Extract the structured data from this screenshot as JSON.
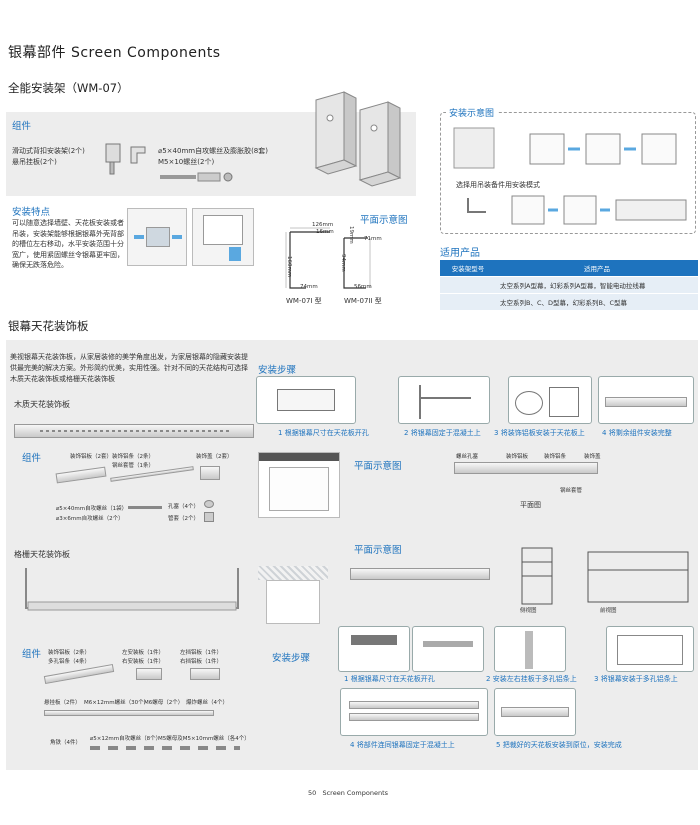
{
  "page_title": "银幕部件   Screen Components",
  "s1": {
    "title": "全能安装架（WM-07）",
    "components_title": "组件",
    "comp_left": [
      "滑动式背扣安装架(2个)",
      "悬吊挂板(2个)"
    ],
    "comp_right": [
      "⌀5×40mm自攻螺丝及膨胀胶(8套)",
      "M5×10螺丝(2个)"
    ],
    "features_title": "安装特点",
    "features_text": "可以随意选择墙壁、天花板安装或者吊装，安装架能够根据银幕外壳背部的槽位左右移动，水平安装范围十分宽广，使用紧固螺丝令银幕更牢固，确保无跌落危险。",
    "plan_title": "平面示意图",
    "dims": [
      "126mm",
      "16mm",
      "160mm",
      "74mm",
      "71mm",
      "19mm",
      "94mm",
      "56mm"
    ],
    "model_a": "WM-07I 型",
    "model_b": "WM-07II 型",
    "install_title": "安装示意图",
    "install_note": "选择用吊装备件用安装模式",
    "apps_title": "适用产品",
    "apps_head": [
      "安装架型号",
      "适用产品"
    ],
    "apps_rows": [
      "太空系列A型幕，幻彩系列A型幕，智能电动拉线幕",
      "太空系列B、C、D型幕，幻彩系列B、C型幕"
    ]
  },
  "s2": {
    "title": "银幕天花装饰板",
    "intro": "美视银幕天花装饰板，从家居装修的美学角度出发，为家居银幕的隐藏安装提供最完美的解决方案。外形简约优美，实用性强。针对不同的天花结构可选择木质天花装饰板或格栅天花装饰板",
    "wood_title": "木质天花装饰板",
    "steps_title": "安装步骤",
    "wood_steps": [
      {
        "n": "1",
        "t": "根据银幕尺寸在天花板开孔"
      },
      {
        "n": "2",
        "t": "将银幕固定于混凝土上"
      },
      {
        "n": "3",
        "t": "将装饰铝板安装于天花板上"
      },
      {
        "n": "4",
        "t": "将剩余组件安装完整"
      }
    ],
    "wood_comp_title": "组件",
    "wood_parts": [
      "装饰铝板（2套）",
      "装饰铝条（2条）",
      "钢丝套管（1条）",
      "装饰盖（2套）",
      "⌀5×40mm自攻螺丝（1袋）",
      "⌀3×6mm自攻螺丝（2个）",
      "孔塞（4个）",
      "管套（2个）"
    ],
    "wood_plan_title": "平面示意图",
    "wood_plan_labels": [
      "螺丝孔塞",
      "装饰铝板",
      "装饰铝条",
      "装饰盖",
      "钢丝套管",
      "平面图"
    ],
    "grille_title": "格栅天花装饰板",
    "grille_plan_title": "平面示意图",
    "grille_views": [
      "侧视图",
      "前视图"
    ],
    "grille_comp_title": "组件",
    "grille_parts": [
      "装饰铝板（2条）",
      "多孔铝条（4条）",
      "左安装板（1件）",
      "右安装板（1件）",
      "左挡铝板（1件）",
      "右挡铝板（1件）",
      "悬挂板（2件）",
      "M6×12mm螺丝（30个）",
      "M6螺母（2个）",
      "爆炸螺丝（4个）",
      "角铁（4件）",
      "⌀5×12mm自攻螺丝（8个）",
      "M5螺母及M5×10mm螺丝（各4个）"
    ],
    "grille_steps_title": "安装步骤",
    "grille_steps": [
      {
        "n": "1",
        "t": "根据银幕尺寸在天花板开孔"
      },
      {
        "n": "2",
        "t": "安装左右挂板于多孔铝条上"
      },
      {
        "n": "3",
        "t": "将银幕安装于多孔铝条上"
      },
      {
        "n": "4",
        "t": "将部件连同银幕固定于混凝土上"
      },
      {
        "n": "5",
        "t": "把裁好的天花板安装到原位，安装完成"
      }
    ]
  },
  "footer": {
    "page": "50",
    "label": "Screen Components"
  },
  "colors": {
    "accent": "#1e73be",
    "band": "#ededed"
  }
}
